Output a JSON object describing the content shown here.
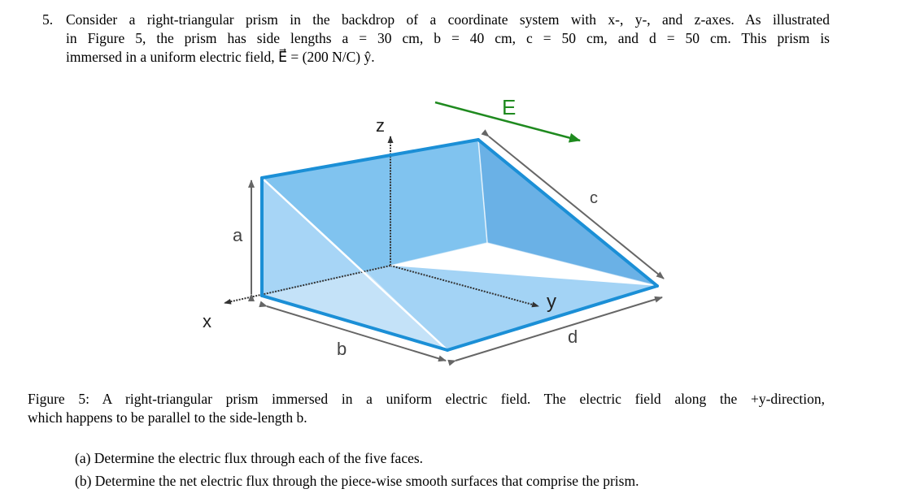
{
  "problem": {
    "number": "5.",
    "lines": [
      "Consider a right-triangular prism in the backdrop of a coordinate system with x-, y-, and z-axes. As illustrated",
      "in Figure 5, the prism has side lengths a = 30 cm, b = 40 cm, c = 50 cm, and d = 50 cm. This prism is",
      "immersed in a uniform electric field, E⃗ = (200 N/C) ŷ."
    ]
  },
  "figure": {
    "labels": {
      "z_axis": "z",
      "y_axis": "y",
      "x_axis": "x",
      "field": "E",
      "side_a": "a",
      "side_b": "b",
      "side_c": "c",
      "side_d": "d"
    },
    "colors": {
      "edge_blue": "#1b8fd6",
      "face_back": "#7fc3ef",
      "face_slant": "#6ab1e6",
      "face_side": "#a6d4f4",
      "face_bottom": "#a3d3f5",
      "face_front_tri": "#c9e4f8",
      "field_arrow": "#1f8a1f",
      "dimension": "#666666"
    }
  },
  "caption": {
    "lines": [
      "Figure 5: A right-triangular prism immersed in a uniform electric field. The electric field along the +y-direction,",
      "which happens to be parallel to the side-length b."
    ]
  },
  "questions": [
    "(a) Determine the electric flux through each of the five faces.",
    "(b) Determine the net electric flux through the piece-wise smooth surfaces that comprise the prism."
  ]
}
